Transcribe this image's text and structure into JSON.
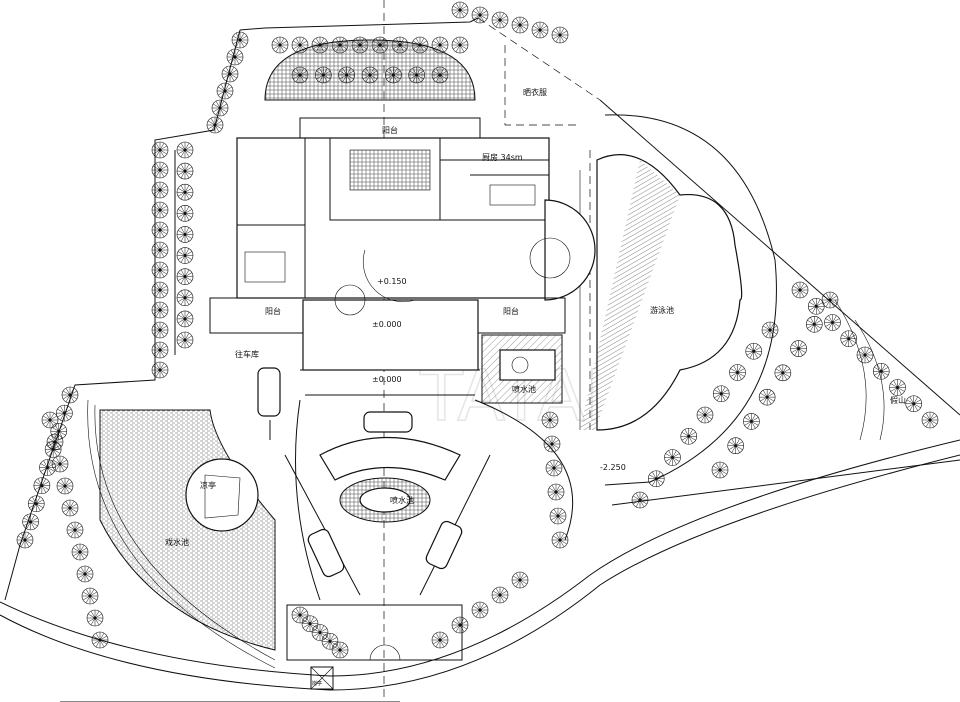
{
  "drawing": {
    "labels": {
      "drying_yard": "晒衣服",
      "balcony_top": "阳台",
      "kitchen": "厨房 34sm",
      "balcony_left": "阳台",
      "balcony_right": "阳台",
      "to_garage": "往车库",
      "level_hall": "+0.150",
      "level_foyer": "±0.000",
      "level_entry": "±0.000",
      "fountain_small": "喷水池",
      "fountain_center": "喷水池",
      "pavilion": "凉亭",
      "wading_pool": "戏水池",
      "swimming_pool": "游泳池",
      "rockery": "假山",
      "level_garden": "-2.250",
      "gatehouse": "岗亭"
    },
    "watermark": "TATAN"
  }
}
